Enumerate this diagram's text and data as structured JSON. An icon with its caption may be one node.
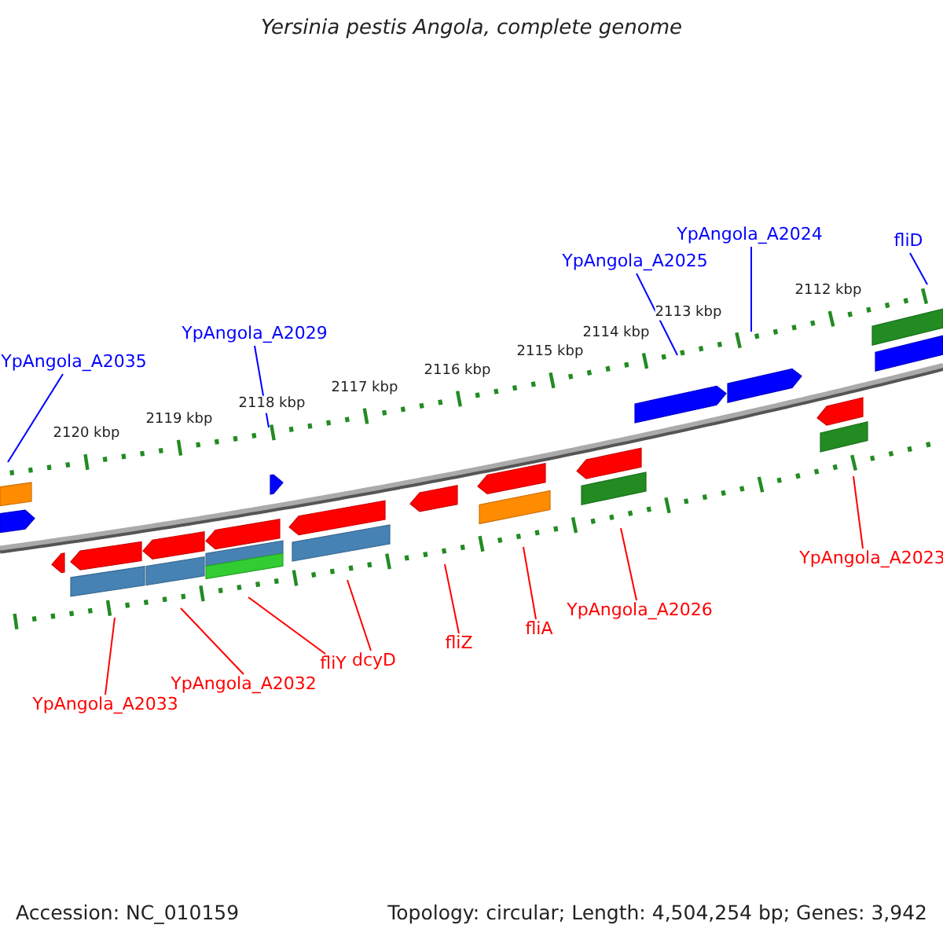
{
  "diagram": {
    "title": "Yersinia pestis Angola, complete genome",
    "nodes": [
      {
        "text": [
          "YpAngola_A2035"
        ]
      },
      {
        "text": [
          "YpAngola_A2029"
        ]
      },
      {
        "text": [
          "YpAngola_A2025"
        ]
      },
      {
        "text": [
          "YpAngola_A2024"
        ]
      },
      {
        "text": [
          "fliD"
        ]
      },
      {
        "text": [
          "YpAngola_A2023"
        ]
      },
      {
        "text": [
          "YpAngola_A2026"
        ]
      },
      {
        "text": [
          "fliA"
        ]
      },
      {
        "text": [
          "fliZ"
        ]
      },
      {
        "text": [
          "dcyD"
        ]
      },
      {
        "text": [
          "fliY"
        ]
      },
      {
        "text": [
          "YpAngola_A2032"
        ]
      },
      {
        "text": [
          "YpAngola_A2033"
        ]
      }
    ],
    "edges": [
      {
        "from": 0,
        "to": null,
        "arrow": "none",
        "color": "#0000ff"
      },
      {
        "from": 1,
        "to": null,
        "arrow": "none",
        "color": "#0000ff"
      },
      {
        "from": 2,
        "to": null,
        "arrow": "none",
        "color": "#0000ff"
      },
      {
        "from": 3,
        "to": null,
        "arrow": "none",
        "color": "#0000ff"
      },
      {
        "from": 4,
        "to": null,
        "arrow": "none",
        "color": "#0000ff"
      },
      {
        "from": 5,
        "to": null,
        "arrow": "none"
      },
      {
        "from": 6,
        "to": null,
        "arrow": "none"
      },
      {
        "from": 7,
        "to": null,
        "arrow": "none"
      },
      {
        "from": 8,
        "to": null,
        "arrow": "none"
      },
      {
        "from": 9,
        "to": null,
        "arrow": "none"
      },
      {
        "from": 10,
        "to": null,
        "arrow": "none"
      },
      {
        "from": 11,
        "to": null,
        "arrow": "none"
      },
      {
        "from": 12,
        "to": null,
        "arrow": "none"
      }
    ],
    "labels": [
      "2120 kbp",
      "2119 kbp",
      "2118 kbp",
      "2117 kbp",
      "2116 kbp",
      "2115 kbp",
      "2114 kbp",
      "2113 kbp",
      "2112 kbp",
      "Accession: NC_010159",
      "Topology: circular; Length: 4,504,254 bp; Genes: 3,942"
    ]
  }
}
